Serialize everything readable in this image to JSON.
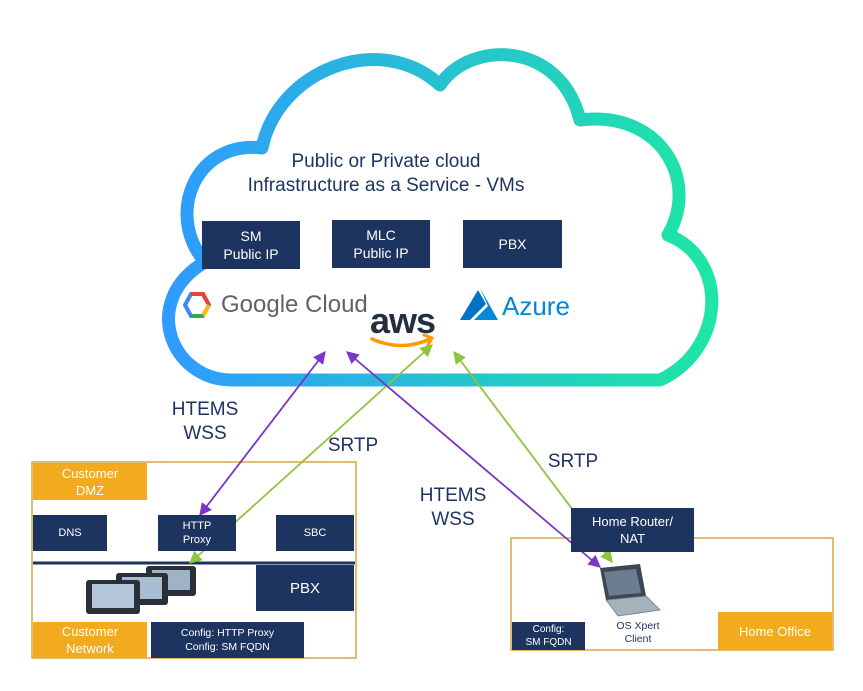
{
  "cloud": {
    "title": "Public or Private cloud\nInfrastructure as a Service - VMs",
    "boxes": {
      "sm": "SM\nPublic IP",
      "mlc": "MLC\nPublic IP",
      "pbx": "PBX"
    },
    "logos": {
      "google": "Google Cloud",
      "aws": "aws",
      "azure": "Azure"
    }
  },
  "flows": {
    "htems_left": "HTEMS\nWSS",
    "srtp_left": "SRTP",
    "htems_right": "HTEMS\nWSS",
    "srtp_right": "SRTP"
  },
  "customer": {
    "dmz_label": "Customer\nDMZ",
    "dns": "DNS",
    "http_proxy": "HTTP\nProxy",
    "sbc": "SBC",
    "pbx": "PBX",
    "network_label": "Customer\nNetwork",
    "config": "Config: HTTP Proxy\nConfig: SM FQDN"
  },
  "home": {
    "router": "Home Router/\nNAT",
    "config": "Config:\nSM FQDN",
    "client": "OS Xpert\nClient",
    "office_label": "Home Office"
  },
  "colors": {
    "navy": "#1d3461",
    "gold": "#f2aa1f",
    "purple": "#7b35c9",
    "green": "#8cc63f",
    "cloud_left": "#2fa0ff",
    "cloud_right": "#1ce8a8"
  }
}
